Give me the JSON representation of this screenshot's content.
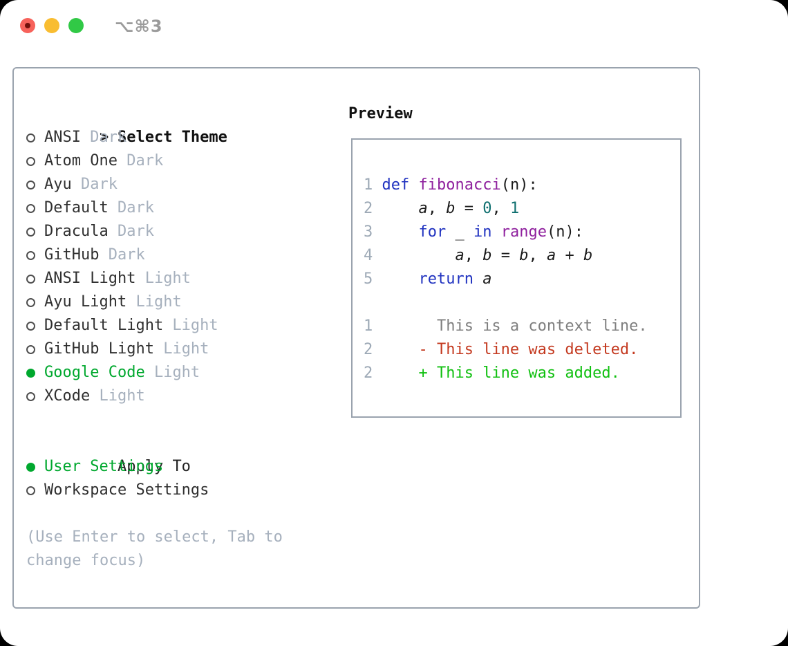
{
  "window": {
    "shortcut": "⌥⌘3",
    "traffic_lights": [
      {
        "name": "close",
        "color": "#f7625b",
        "inner_dot": "#73100b"
      },
      {
        "name": "minimize",
        "color": "#f9bd31"
      },
      {
        "name": "zoom",
        "color": "#31c946"
      }
    ]
  },
  "colors": {
    "panel_border": "#9aa3ae",
    "selected_green": "#00a82e",
    "item_text": "#303030",
    "variant_text": "#a6b0bd",
    "keyword_blue": "#2133c0",
    "function_purple": "#8f219e",
    "literal_teal": "#0e6f6f",
    "line_number": "#9da9b6",
    "diff_context": "#7f7f7f",
    "diff_deleted": "#c43a20",
    "diff_added": "#10c010"
  },
  "theme_picker": {
    "prompt": ">",
    "title": "Select Theme",
    "items": [
      {
        "name": "ANSI",
        "variant": "Dark",
        "selected": false
      },
      {
        "name": "Atom One",
        "variant": "Dark",
        "selected": false
      },
      {
        "name": "Ayu",
        "variant": "Dark",
        "selected": false
      },
      {
        "name": "Default",
        "variant": "Dark",
        "selected": false
      },
      {
        "name": "Dracula",
        "variant": "Dark",
        "selected": false
      },
      {
        "name": "GitHub",
        "variant": "Dark",
        "selected": false
      },
      {
        "name": "ANSI Light",
        "variant": "Light",
        "selected": false
      },
      {
        "name": "Ayu Light",
        "variant": "Light",
        "selected": false
      },
      {
        "name": "Default Light",
        "variant": "Light",
        "selected": false
      },
      {
        "name": "GitHub Light",
        "variant": "Light",
        "selected": false
      },
      {
        "name": "Google Code",
        "variant": "Light",
        "selected": true
      },
      {
        "name": "XCode",
        "variant": "Light",
        "selected": false
      }
    ]
  },
  "apply_to": {
    "title": "Apply To",
    "options": [
      {
        "label": "User Settings",
        "selected": true
      },
      {
        "label": "Workspace Settings",
        "selected": false
      }
    ]
  },
  "hint": {
    "text": "(Use Enter to select, Tab to change focus)"
  },
  "preview": {
    "title": "Preview",
    "lines": [
      {
        "num": "1",
        "segments": [
          {
            "t": " ",
            "c": "plain"
          },
          {
            "t": "def",
            "c": "kw"
          },
          {
            "t": " ",
            "c": "plain"
          },
          {
            "t": "fibonacci",
            "c": "fn"
          },
          {
            "t": "(n):",
            "c": "plain"
          }
        ]
      },
      {
        "num": "2",
        "segments": [
          {
            "t": "     ",
            "c": "plain"
          },
          {
            "t": "a",
            "c": "var"
          },
          {
            "t": ", ",
            "c": "plain"
          },
          {
            "t": "b",
            "c": "var"
          },
          {
            "t": " = ",
            "c": "plain"
          },
          {
            "t": "0",
            "c": "lit"
          },
          {
            "t": ", ",
            "c": "plain"
          },
          {
            "t": "1",
            "c": "lit"
          }
        ]
      },
      {
        "num": "3",
        "segments": [
          {
            "t": "     ",
            "c": "plain"
          },
          {
            "t": "for",
            "c": "kw"
          },
          {
            "t": " _ ",
            "c": "plain"
          },
          {
            "t": "in",
            "c": "kw"
          },
          {
            "t": " ",
            "c": "plain"
          },
          {
            "t": "range",
            "c": "fn"
          },
          {
            "t": "(n):",
            "c": "plain"
          }
        ]
      },
      {
        "num": "4",
        "segments": [
          {
            "t": "         ",
            "c": "plain"
          },
          {
            "t": "a",
            "c": "var"
          },
          {
            "t": ", ",
            "c": "plain"
          },
          {
            "t": "b",
            "c": "var"
          },
          {
            "t": " = ",
            "c": "plain"
          },
          {
            "t": "b",
            "c": "var"
          },
          {
            "t": ", ",
            "c": "plain"
          },
          {
            "t": "a",
            "c": "var"
          },
          {
            "t": " + ",
            "c": "plain"
          },
          {
            "t": "b",
            "c": "var"
          }
        ]
      },
      {
        "num": "5",
        "segments": [
          {
            "t": "     ",
            "c": "plain"
          },
          {
            "t": "return",
            "c": "kw"
          },
          {
            "t": " ",
            "c": "plain"
          },
          {
            "t": "a",
            "c": "var"
          }
        ]
      },
      {
        "blank": true
      },
      {
        "num": "1",
        "segments": [
          {
            "t": "       This is a context line.",
            "c": "ctx"
          }
        ]
      },
      {
        "num": "2",
        "segments": [
          {
            "t": "     - This line was deleted.",
            "c": "del"
          }
        ]
      },
      {
        "num": "2",
        "segments": [
          {
            "t": "     + This line was added.",
            "c": "add"
          }
        ]
      }
    ]
  }
}
